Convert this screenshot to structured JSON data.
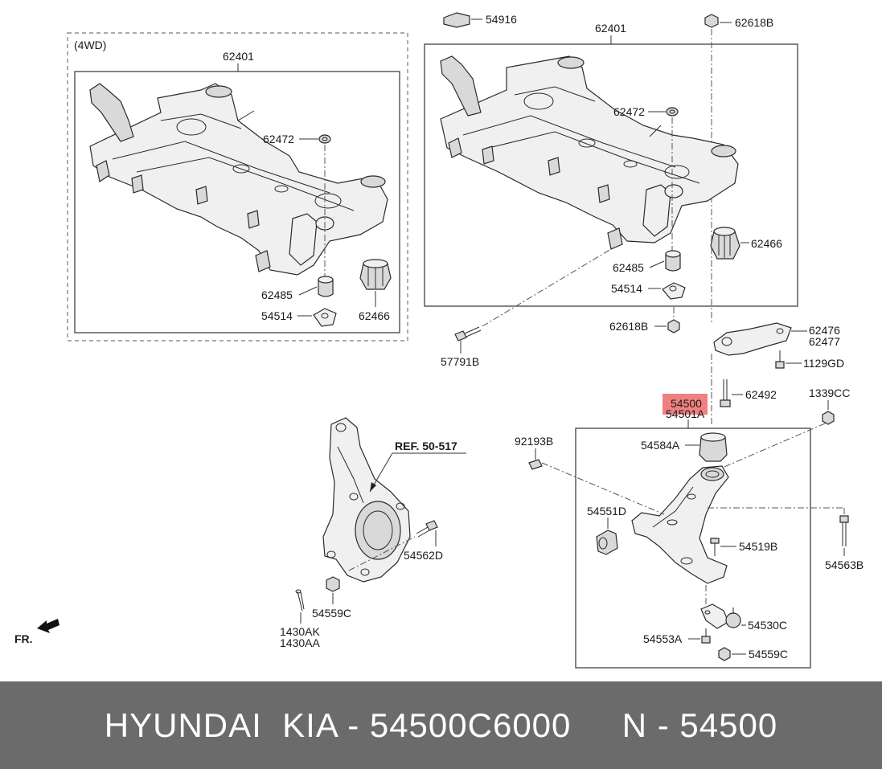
{
  "labels": {
    "wd4": "(4WD)",
    "l_62401_left": "62401",
    "l_62472_left": "62472",
    "l_62485_left": "62485",
    "l_54514_left": "54514",
    "l_62466_left": "62466",
    "l_54916": "54916",
    "l_62401_right": "62401",
    "l_62618b_top": "62618B",
    "l_62472_right": "62472",
    "l_62466_right": "62466",
    "l_62485_right": "62485",
    "l_54514_right": "54514",
    "l_62618b_mid": "62618B",
    "l_57791b": "57791B",
    "l_62476": "62476",
    "l_62477": "62477",
    "l_1129gd": "1129GD",
    "l_62492": "62492",
    "l_54500": "54500",
    "l_54501a": "54501A",
    "l_1339cc": "1339CC",
    "l_92193b": "92193B",
    "l_54584a": "54584A",
    "l_54551d": "54551D",
    "l_54519b": "54519B",
    "l_54563b": "54563B",
    "l_54530c": "54530C",
    "l_54553a": "54553A",
    "l_54559c_right": "54559C",
    "l_ref": "REF. 50-517",
    "l_54562d": "54562D",
    "l_54559c_left": "54559C",
    "l_1430ak": "1430AK",
    "l_1430aa": "1430AA",
    "l_fr": "FR."
  },
  "highlight_color": "#f08080",
  "footer": {
    "text": "HYUNDAI  KIA - 54500C6000     N - 54500",
    "background": "#6b6b6b"
  }
}
